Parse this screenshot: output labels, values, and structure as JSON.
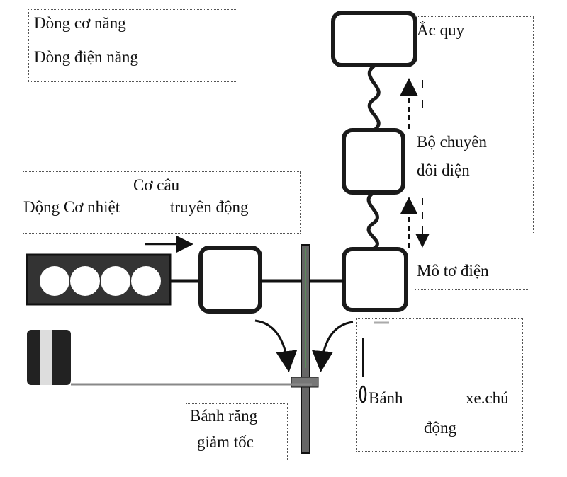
{
  "legend": {
    "mechanical_flow": "Dòng cơ năng",
    "electrical_flow": "Dòng điện năng"
  },
  "components": {
    "battery": "Ắc quy",
    "converter_line1": "Bộ chuyên",
    "converter_line2": "đôi điện",
    "engine": "Động Cơ nhiệt",
    "transmission_line1": "Cơ câu",
    "transmission_line2": "truyên động",
    "motor": "Mô tơ điện",
    "reduction_gear_line1": "Bánh răng",
    "reduction_gear_line2": "giảm tốc",
    "wheel_left": "Bánh",
    "wheel_right": "xe.chú",
    "wheel_line2": "động"
  },
  "colors": {
    "stroke": "#1a1a1a",
    "shaft": "#111111",
    "gear_accent": "#5a8a5a",
    "background": "#ffffff"
  }
}
